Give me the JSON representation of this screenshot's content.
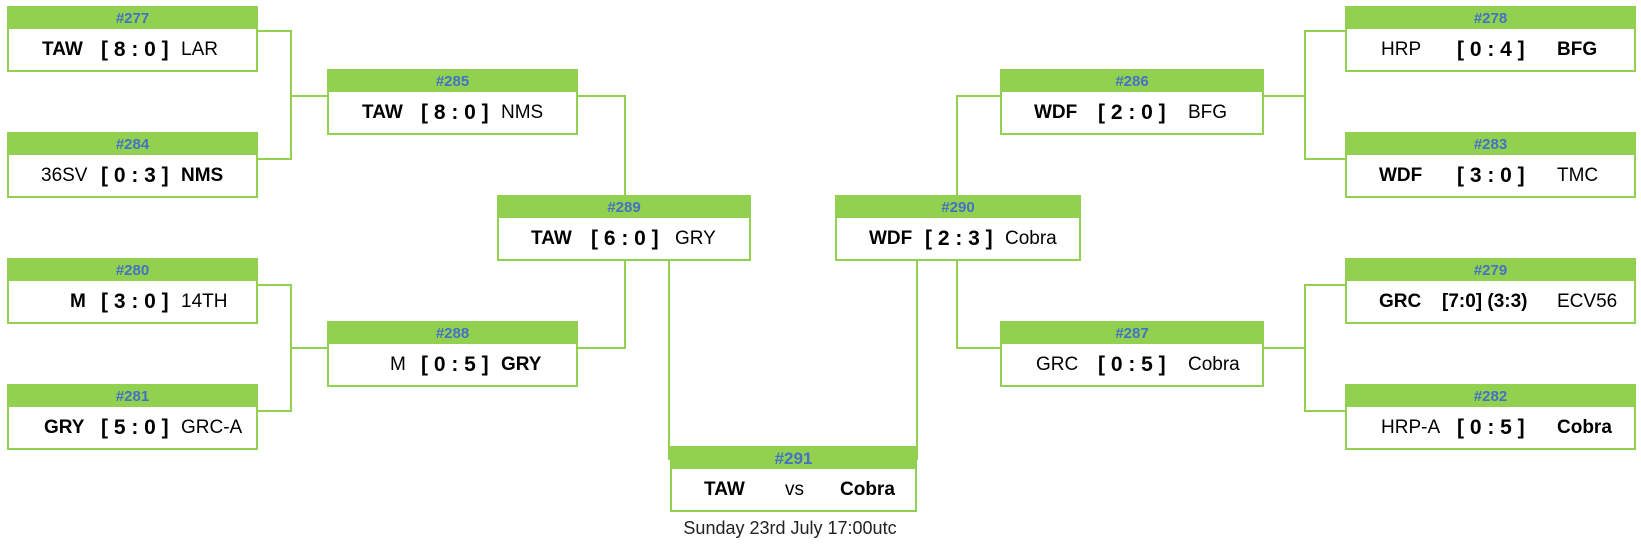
{
  "matches": {
    "m277": {
      "id": "#277",
      "team1": "TAW",
      "score": "[ 8 : 0 ]",
      "team2": "LAR"
    },
    "m284": {
      "id": "#284",
      "team1": "36SV",
      "score": "[ 0 : 3 ]",
      "team2": "NMS"
    },
    "m280": {
      "id": "#280",
      "team1": "M",
      "score": "[ 3 : 0 ]",
      "team2": "14TH"
    },
    "m281": {
      "id": "#281",
      "team1": "GRY",
      "score": "[ 5 : 0 ]",
      "team2": "GRC-A"
    },
    "m285": {
      "id": "#285",
      "team1": "TAW",
      "score": "[ 8 : 0 ]",
      "team2": "NMS"
    },
    "m288": {
      "id": "#288",
      "team1": "M",
      "score": "[ 0 : 5 ]",
      "team2": "GRY"
    },
    "m289": {
      "id": "#289",
      "team1": "TAW",
      "score": "[ 6 : 0 ]",
      "team2": "GRY"
    },
    "m290": {
      "id": "#290",
      "team1": "WDF",
      "score": "[ 2 : 3 ]",
      "team2": "Cobra"
    },
    "m286": {
      "id": "#286",
      "team1": "WDF",
      "score": "[ 2 : 0 ]",
      "team2": "BFG"
    },
    "m287": {
      "id": "#287",
      "team1": "GRC",
      "score": "[ 0 : 5 ]",
      "team2": "Cobra"
    },
    "m278": {
      "id": "#278",
      "team1": "HRP",
      "score": "[ 0 : 4 ]",
      "team2": "BFG"
    },
    "m283": {
      "id": "#283",
      "team1": "WDF",
      "score": "[ 3 : 0 ]",
      "team2": "TMC"
    },
    "m279": {
      "id": "#279",
      "team1": "GRC",
      "score": "[7:0] (3:3)",
      "team2": "ECV56"
    },
    "m282": {
      "id": "#282",
      "team1": "HRP-A",
      "score": "[ 0 : 5 ]",
      "team2": "Cobra"
    },
    "m291": {
      "id": "#291",
      "team1": "TAW",
      "score": "vs",
      "team2": "Cobra",
      "date": "Sunday 23rd July 17:00utc"
    }
  },
  "colors": {
    "accent": "#92d050",
    "match_number": "#4472c4",
    "text": "#000000"
  }
}
